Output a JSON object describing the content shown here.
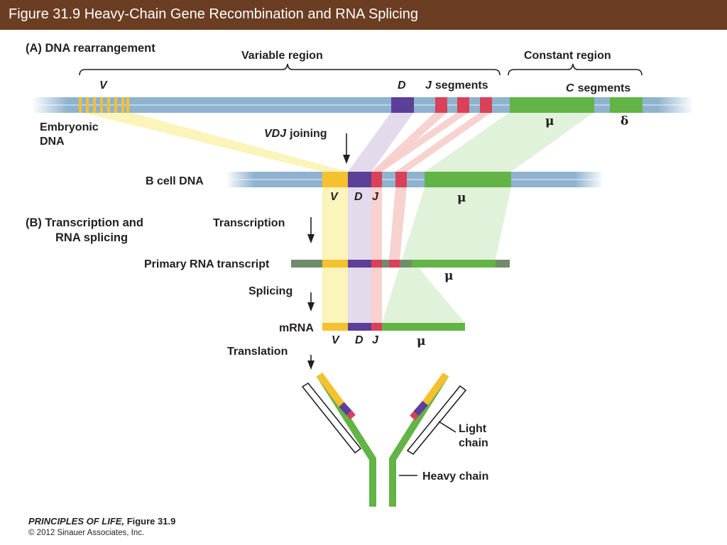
{
  "title": "Figure 31.9  Heavy-Chain Gene Recombination and RNA Splicing",
  "colors": {
    "title_bar": "#6b3d22",
    "dna": "#8fb3cf",
    "v_segment": "#f5c12e",
    "d_segment": "#5b3f98",
    "j_segment": "#d9415a",
    "c_segment": "#63b446",
    "intron": "#6f8d6a",
    "band_v": "#fbf3b4",
    "band_d": "#e0d6ea",
    "band_j": "#f6cdc9",
    "band_c": "#def1d6"
  },
  "labels": {
    "section_a": "(A)  DNA rearrangement",
    "section_b_line1": "(B)  Transcription and",
    "section_b_line2": "RNA splicing",
    "variable_region": "Variable region",
    "constant_region": "Constant region",
    "v": "V",
    "d": "D",
    "j": "J",
    "j_segments": "segments",
    "c": "C",
    "c_segments": "segments",
    "mu": "μ",
    "delta": "δ",
    "embryonic_dna_line1": "Embryonic",
    "embryonic_dna_line2": "DNA",
    "vdj": "VDJ",
    "joining": "joining",
    "b_cell_dna": "B cell DNA",
    "transcription": "Transcription",
    "primary_rna": "Primary RNA transcript",
    "splicing": "Splicing",
    "mrna": "mRNA",
    "translation": "Translation",
    "light_chain_line1": "Light",
    "light_chain_line2": "chain",
    "heavy_chain": "Heavy chain"
  },
  "credit": {
    "book": "PRINCIPLES OF LIFE,",
    "figure": " Figure 31.9",
    "copyright": "© 2012 Sinauer Associates, Inc."
  }
}
